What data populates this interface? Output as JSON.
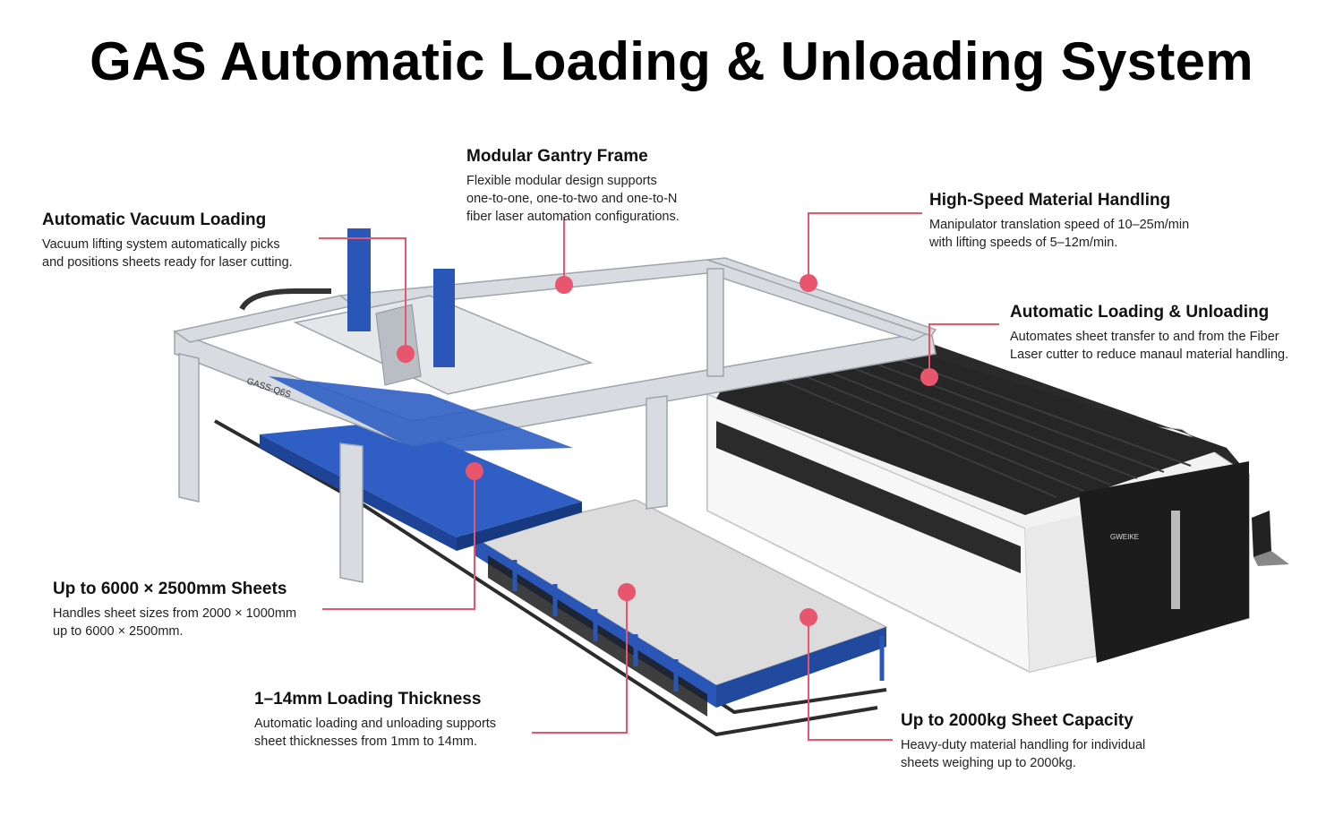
{
  "title": "GAS Automatic Loading & Unloading System",
  "colors": {
    "accent": "#e8566e",
    "frame_silver": "#d9dde2",
    "blue_part": "#2a56b8",
    "cabinet_black": "#1a1a1a",
    "cabinet_white": "#f4f4f4"
  },
  "machine": {
    "brand_label": "GWEIKE",
    "frame_label": "GASS-Q6S"
  },
  "callouts": {
    "gantry": {
      "heading": "Modular Gantry Frame",
      "lines": [
        "Flexible modular design supports",
        "one-to-one, one-to-two and one-to-N",
        "fiber laser automation configurations."
      ]
    },
    "vacuum": {
      "heading": "Automatic Vacuum Loading",
      "lines": [
        "Vacuum lifting system automatically picks",
        "and positions sheets ready for laser cutting."
      ]
    },
    "speed": {
      "heading": "High-Speed Material Handling",
      "lines": [
        "Manipulator translation speed of 10–25m/min",
        "with lifting speeds of 5–12m/min."
      ]
    },
    "auto": {
      "heading": "Automatic Loading & Unloading",
      "lines": [
        "Automates sheet transfer to and from the Fiber",
        "Laser cutter to reduce manaul material handling."
      ]
    },
    "sheets": {
      "heading": "Up to 6000 × 2500mm Sheets",
      "lines": [
        "Handles sheet sizes from 2000 × 1000mm",
        "up to 6000 × 2500mm."
      ]
    },
    "thickness": {
      "heading": "1–14mm Loading Thickness",
      "lines": [
        "Automatic loading and unloading supports",
        "sheet thicknesses from 1mm to 14mm."
      ]
    },
    "capacity": {
      "heading": "Up to 2000kg Sheet Capacity",
      "lines": [
        "Heavy-duty material handling for individual",
        "sheets weighing up to 2000kg."
      ]
    }
  }
}
